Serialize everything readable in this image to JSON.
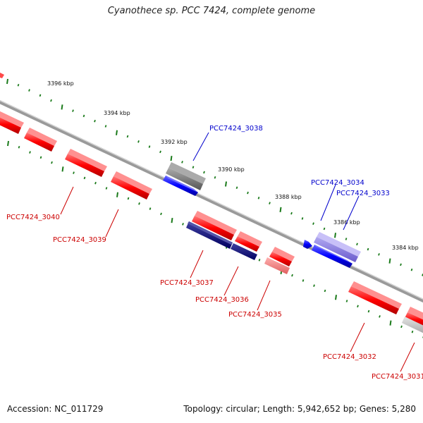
{
  "title": "Cyanothece sp. PCC 7424, complete genome",
  "footer": {
    "accession": "Accession: NC_011729",
    "summary": "Topology: circular; Length: 5,942,652 bp; Genes: 5,280"
  },
  "ruler": [
    {
      "kb": 3396,
      "label": "3396 kbp"
    },
    {
      "kb": 3394,
      "label": "3394 kbp"
    },
    {
      "kb": 3392,
      "label": "3392 kbp"
    },
    {
      "kb": 3390,
      "label": "3390 kbp"
    },
    {
      "kb": 3388,
      "label": "3388 kbp"
    },
    {
      "kb": 3386,
      "label": "3386 kbp"
    },
    {
      "kb": 3384,
      "label": "3384 kbp"
    }
  ],
  "genes": [
    {
      "id": "PCC7424_3038",
      "strand": "plus",
      "color": "#0000cc"
    },
    {
      "id": "PCC7424_3034",
      "strand": "plus",
      "color": "#0000cc"
    },
    {
      "id": "PCC7424_3033",
      "strand": "plus",
      "color": "#0000cc"
    },
    {
      "id": "PCC7424_3040",
      "strand": "minus",
      "color": "#cc0000"
    },
    {
      "id": "PCC7424_3039",
      "strand": "minus",
      "color": "#cc0000"
    },
    {
      "id": "PCC7424_3037",
      "strand": "minus",
      "color": "#cc0000"
    },
    {
      "id": "PCC7424_3036",
      "strand": "minus",
      "color": "#cc0000"
    },
    {
      "id": "PCC7424_3035",
      "strand": "minus",
      "color": "#cc0000"
    },
    {
      "id": "PCC7424_3032",
      "strand": "minus",
      "color": "#cc0000"
    },
    {
      "id": "PCC7424_3031",
      "strand": "minus",
      "color": "#cc0000"
    }
  ],
  "colors": {
    "backbone": "#888888",
    "tick": "#1a7a1a",
    "red_feature": "#ff0000",
    "blue_feature": "#0000ff",
    "navy_feature": "#000080",
    "gray_feature": "#777777"
  }
}
